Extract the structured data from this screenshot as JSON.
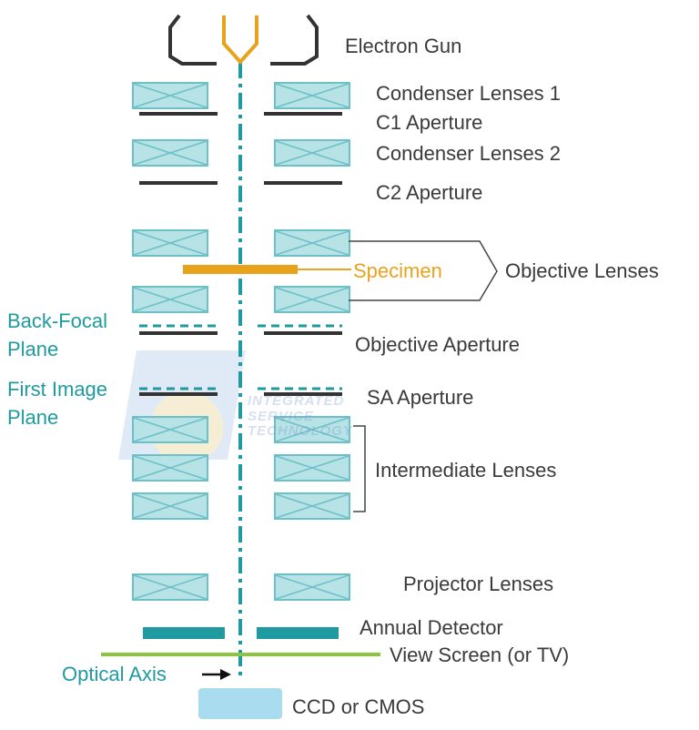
{
  "labels": {
    "electron_gun": "Electron Gun",
    "condenser_1": "Condenser Lenses 1",
    "c1_aperture": "C1 Aperture",
    "condenser_2": "Condenser Lenses 2",
    "c2_aperture": "C2 Aperture",
    "specimen": "Specimen",
    "objective_lenses": "Objective Lenses",
    "back_focal_plane_1": "Back-Focal",
    "back_focal_plane_2": "Plane",
    "objective_aperture": "Objective Aperture",
    "first_image_plane_1": "First Image",
    "first_image_plane_2": "Plane",
    "sa_aperture": "SA Aperture",
    "intermediate_lenses": "Intermediate Lenses",
    "projector_lenses": "Projector Lenses",
    "annual_detector": "Annual Detector",
    "view_screen": "View Screen (or TV)",
    "optical_axis": "Optical Axis",
    "ccd_cmos": "CCD or CMOS"
  },
  "watermark": {
    "line1": "INTEGRATED",
    "line2": "SERVICE",
    "line3": "TECHNOLOGY"
  },
  "colors": {
    "teal": "#1f9aa0",
    "orange": "#e8a21b",
    "dark": "#3a3a3a",
    "lens_fill": "#b7e2e6",
    "lens_stroke": "#6cc0c7",
    "screen_green": "#8cc63f",
    "ccd_fill": "#a9dcef"
  }
}
